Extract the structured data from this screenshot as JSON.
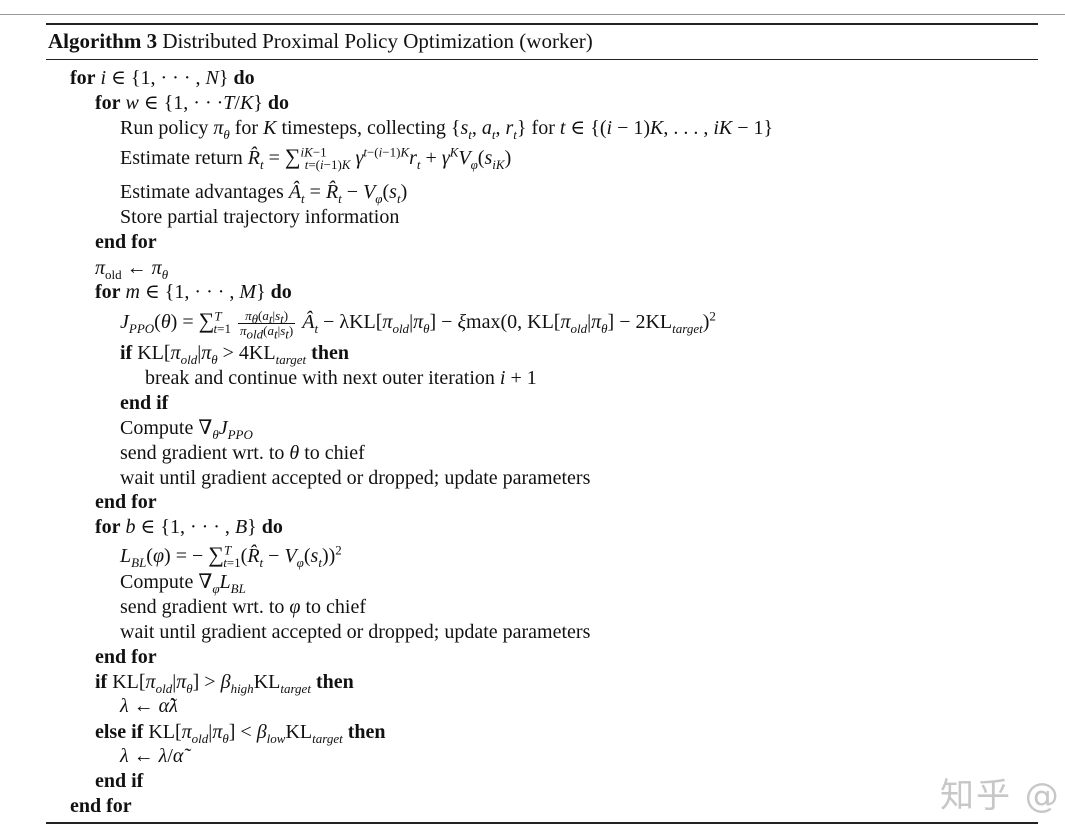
{
  "caption": {
    "label": "Algorithm 3",
    "title": "Distributed Proximal Policy Optimization (worker)"
  },
  "watermark": "知乎 @",
  "t": {
    "for": "for",
    "do": "do",
    "if": "if",
    "then": "then",
    "else_if": "else if",
    "end_for": "end for",
    "end_if": "end if",
    "run_policy": "Run policy",
    "for_lower": "for",
    "timesteps_collecting": "timesteps, collecting",
    "estimate_return": "Estimate return",
    "estimate_advantages": "Estimate advantages",
    "store": "Store partial trajectory information",
    "break": "break and continue with next outer iteration",
    "compute": "Compute",
    "send_gradient": "send gradient wrt. to",
    "to_chief": "to chief",
    "wait": "wait until gradient accepted or dropped; update parameters"
  }
}
